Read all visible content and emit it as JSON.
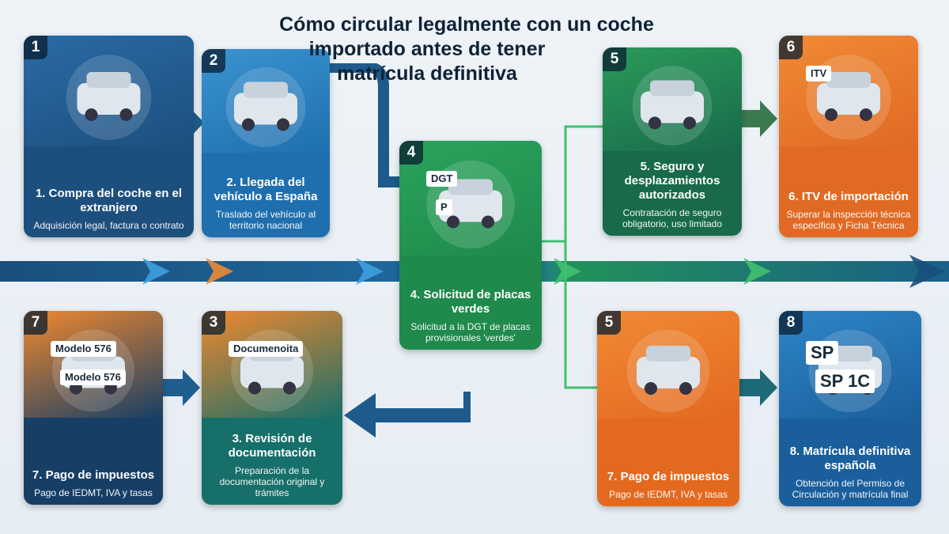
{
  "title": "Cómo circular legalmente con un coche importado antes de tener matrícula definitiva",
  "cards": [
    {
      "number": "1",
      "title": "1. Compra del coche en el extranjero",
      "description": "Adquisición legal, factura o contrato",
      "color": "#1d4f7e",
      "top_color": "#2a6aa6",
      "icons": [
        "car-icon",
        "money-icon",
        "usa-flag-icon",
        "contract-icon"
      ],
      "labels": []
    },
    {
      "number": "2",
      "title": "2. Llegada del vehículo a España",
      "description": "Traslado del vehículo al territorio nacional",
      "color": "#1f6fae",
      "top_color": "#3a93d0",
      "icons": [
        "tow-truck-icon",
        "spain-flag-icon"
      ],
      "labels": []
    },
    {
      "number": "4",
      "title": "4. Solicitud de placas verdes",
      "description": "Solicitud a la DGT de placas provisionales 'verdes'",
      "color": "#1f8a4c",
      "top_color": "#2aa35c",
      "icons": [
        "dgt-building-icon",
        "parking-sign-icon",
        "document-icon"
      ],
      "labels": [
        "DGT",
        "P"
      ]
    },
    {
      "number": "5",
      "title": "5. Seguro y desplazamientos autorizados",
      "description": "Contratación de seguro obligatorio, uso limitado",
      "color": "#186a4a",
      "top_color": "#2b9a5a",
      "icons": [
        "shield-check-icon",
        "no-entry-icon",
        "car-icon"
      ],
      "labels": []
    },
    {
      "number": "6",
      "title": "6. ITV de importación",
      "description": "Superar la inspección técnica específica y Ficha Técnica",
      "color": "#e06a24",
      "top_color": "#f08a34",
      "icons": [
        "itv-station-icon",
        "mechanic-icon"
      ],
      "labels": [
        "ITV"
      ]
    },
    {
      "number": "7",
      "title": "7. Pago de impuestos",
      "description": "Pago de IEDMT, IVA y tasas",
      "color": "#173f66",
      "top_color": "#f0882e",
      "icons": [
        "tax-form-icon",
        "coins-icon",
        "calculator-icon"
      ],
      "labels": [
        "Modelo 576",
        "Modelo 576"
      ]
    },
    {
      "number": "3",
      "title": "3. Revisión de documentación",
      "description": "Preparación de la documentación original y trámites",
      "color": "#176f6a",
      "top_color": "#f0882e",
      "icons": [
        "documents-icon",
        "magnifier-icon",
        "check-icon"
      ],
      "labels": [
        "Documenoita"
      ]
    },
    {
      "number": "5",
      "title": "7. Pago de impuestos",
      "description": "Pago de IEDMT, IVA y tasas",
      "color": "#e3691f",
      "top_color": "#f08a34",
      "icons": [
        "road-icon",
        "car-front-icon",
        "no-entry-icon"
      ],
      "labels": []
    },
    {
      "number": "8",
      "title": "8. Matrícula definitiva española",
      "description": "Obtención del Permiso de Circulación y matrícula final",
      "color": "#1a5f9c",
      "top_color": "#2f85c6",
      "icons": [
        "license-plate-icon",
        "certificate-icon"
      ],
      "labels": [
        "SP",
        "SP 1C"
      ]
    }
  ],
  "colors": {
    "navy": "#173f66",
    "green": "#1f8a4c",
    "orange": "#e9762a",
    "blue": "#1f6fae",
    "teal": "#176f6a"
  }
}
